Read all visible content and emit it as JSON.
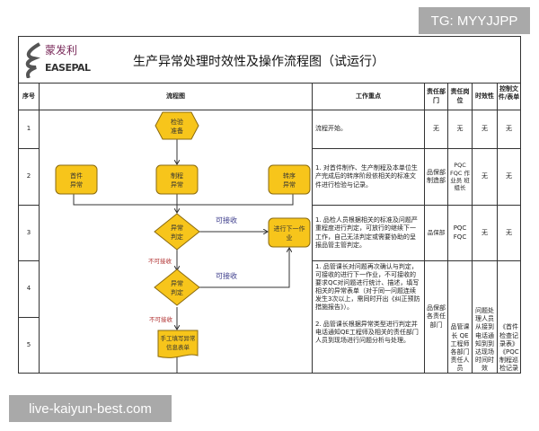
{
  "watermarks": {
    "top": "TG: MYYJJPP",
    "bottom": "live-kaiyun-best.com"
  },
  "header": {
    "logo_cn": "蒙发利",
    "logo_en": "EASEPAL",
    "title": "生产异常处理时效性及操作流程图（试运行）"
  },
  "columns": [
    "序号",
    "流程图",
    "工作重点",
    "责任部门",
    "责任岗位",
    "时效性",
    "控制文件/表单"
  ],
  "rows": [
    {
      "no": "1",
      "focus": "流程开始。",
      "dept": "无",
      "post": "无",
      "time": "无",
      "doc": "无"
    },
    {
      "no": "2",
      "focus": "1. 对首件制作、生产制程及本单位生产完成后的转序阶段依相关的标准文件进行检验与记录。",
      "dept": "品保部 制造部",
      "post": "PQC FQC 作业员 班组长",
      "time": "无",
      "doc": "无"
    },
    {
      "no": "3",
      "focus": "1. 品检人员根据相关的标准及问题严重程度进行判定，可放行的继续下一工作，自己无法判定或需要协助的呈报品管主管判定。",
      "dept": "品保部",
      "post": "PQC FQC",
      "time": "无",
      "doc": "无"
    },
    {
      "no": "4",
      "focus": "1. 品管课长对问题再次确认与判定，可接收的进行下一作业，不可接收的要求QC对问题进行统计、描述，填写相关的异常表单（对于同一问题连续发生3次以上，需同时开出《纠正预防措施报告》）。\n\n2. 品管课长根据异常类型进行判定并电话通知QE工程师及相关的责任部门人员到现场进行问题分析与处理。",
      "dept": "品保部 各责任部门",
      "post": "品管课长 QE工程师 各部门责任人员",
      "time": "问题处理人员从接到电话通知到到达现场时间时效",
      "doc": "《首件检查记录表》《PQC制程巡检记录"
    },
    {
      "no": "5"
    }
  ],
  "flowchart": {
    "start": [
      "检验",
      "准备"
    ],
    "first_piece": [
      "首件",
      "异常"
    ],
    "process": [
      "制程",
      "异常"
    ],
    "transfer": [
      "转序",
      "异常"
    ],
    "judge1": [
      "异常",
      "判定"
    ],
    "judge2": [
      "异常",
      "判定"
    ],
    "next_job": [
      "进行下一作",
      "业"
    ],
    "manual_form": [
      "手工填写异常",
      "信息表单"
    ],
    "accept_label": "可接收",
    "reject_label": "不可接收",
    "colors": {
      "shape_fill": "#f7c51b",
      "shape_stroke": "#8a6a10",
      "accept_text": "#3a3a8a",
      "reject_text": "#b03030"
    }
  }
}
